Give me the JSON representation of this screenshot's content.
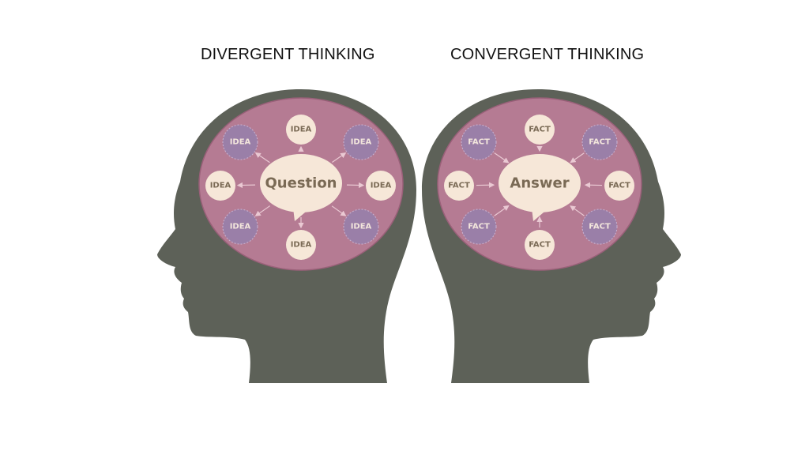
{
  "diagrams": [
    {
      "title": "DIVERGENT THINKING",
      "center_label": "Question",
      "arrow_direction": "outward",
      "nodes": [
        "IDEA",
        "IDEA",
        "IDEA",
        "IDEA",
        "IDEA",
        "IDEA",
        "IDEA",
        "IDEA"
      ]
    },
    {
      "title": "CONVERGENT THINKING",
      "center_label": "Answer",
      "arrow_direction": "inward",
      "nodes": [
        "FACT",
        "FACT",
        "FACT",
        "FACT",
        "FACT",
        "FACT",
        "FACT",
        "FACT"
      ]
    }
  ],
  "colors": {
    "head": "#5d6158",
    "brain": "#b57b93",
    "bubble": "#f6e7d8",
    "purple_node": "#9a7fa8",
    "text": "#7a6a55"
  }
}
